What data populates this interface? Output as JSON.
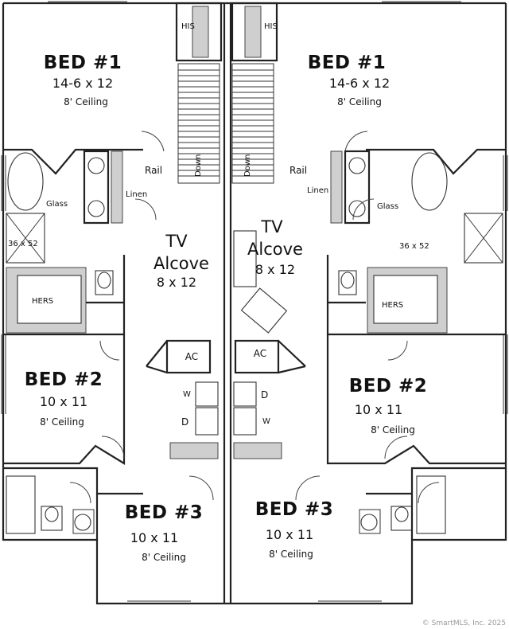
{
  "units": {
    "left": {
      "his": "HIS",
      "bed1": {
        "title": "BED #1",
        "size": "14-6 x 12",
        "ceiling": "8' Ceiling"
      },
      "rail": "Rail",
      "down": "Down",
      "linen": "Linen",
      "glass": "Glass",
      "shower": "36 x 52",
      "hers": "HERS",
      "tv": {
        "title": "TV",
        "subtitle": "Alcove",
        "size": "8 x 12"
      },
      "ac": "AC",
      "w": "W",
      "d": "D",
      "bed2": {
        "title": "BED #2",
        "size": "10 x 11",
        "ceiling": "8' Ceiling"
      },
      "bed3": {
        "title": "BED #3",
        "size": "10 x 11",
        "ceiling": "8' Ceiling"
      }
    },
    "right": {
      "his": "HIS",
      "bed1": {
        "title": "BED #1",
        "size": "14-6 x 12",
        "ceiling": "8' Ceiling"
      },
      "rail": "Rail",
      "down": "Down",
      "linen": "Linen",
      "glass": "Glass",
      "shower": "36 x 52",
      "hers": "HERS",
      "tv": {
        "title": "TV",
        "subtitle": "Alcove",
        "size": "8 x 12"
      },
      "ac": "AC",
      "w": "W",
      "d": "D",
      "bed2": {
        "title": "BED #2",
        "size": "10 x 11",
        "ceiling": "8' Ceiling"
      },
      "bed3": {
        "title": "BED #3",
        "size": "10 x 11",
        "ceiling": "8' Ceiling"
      }
    }
  },
  "copyright": "© SmartMLS, Inc. 2025"
}
